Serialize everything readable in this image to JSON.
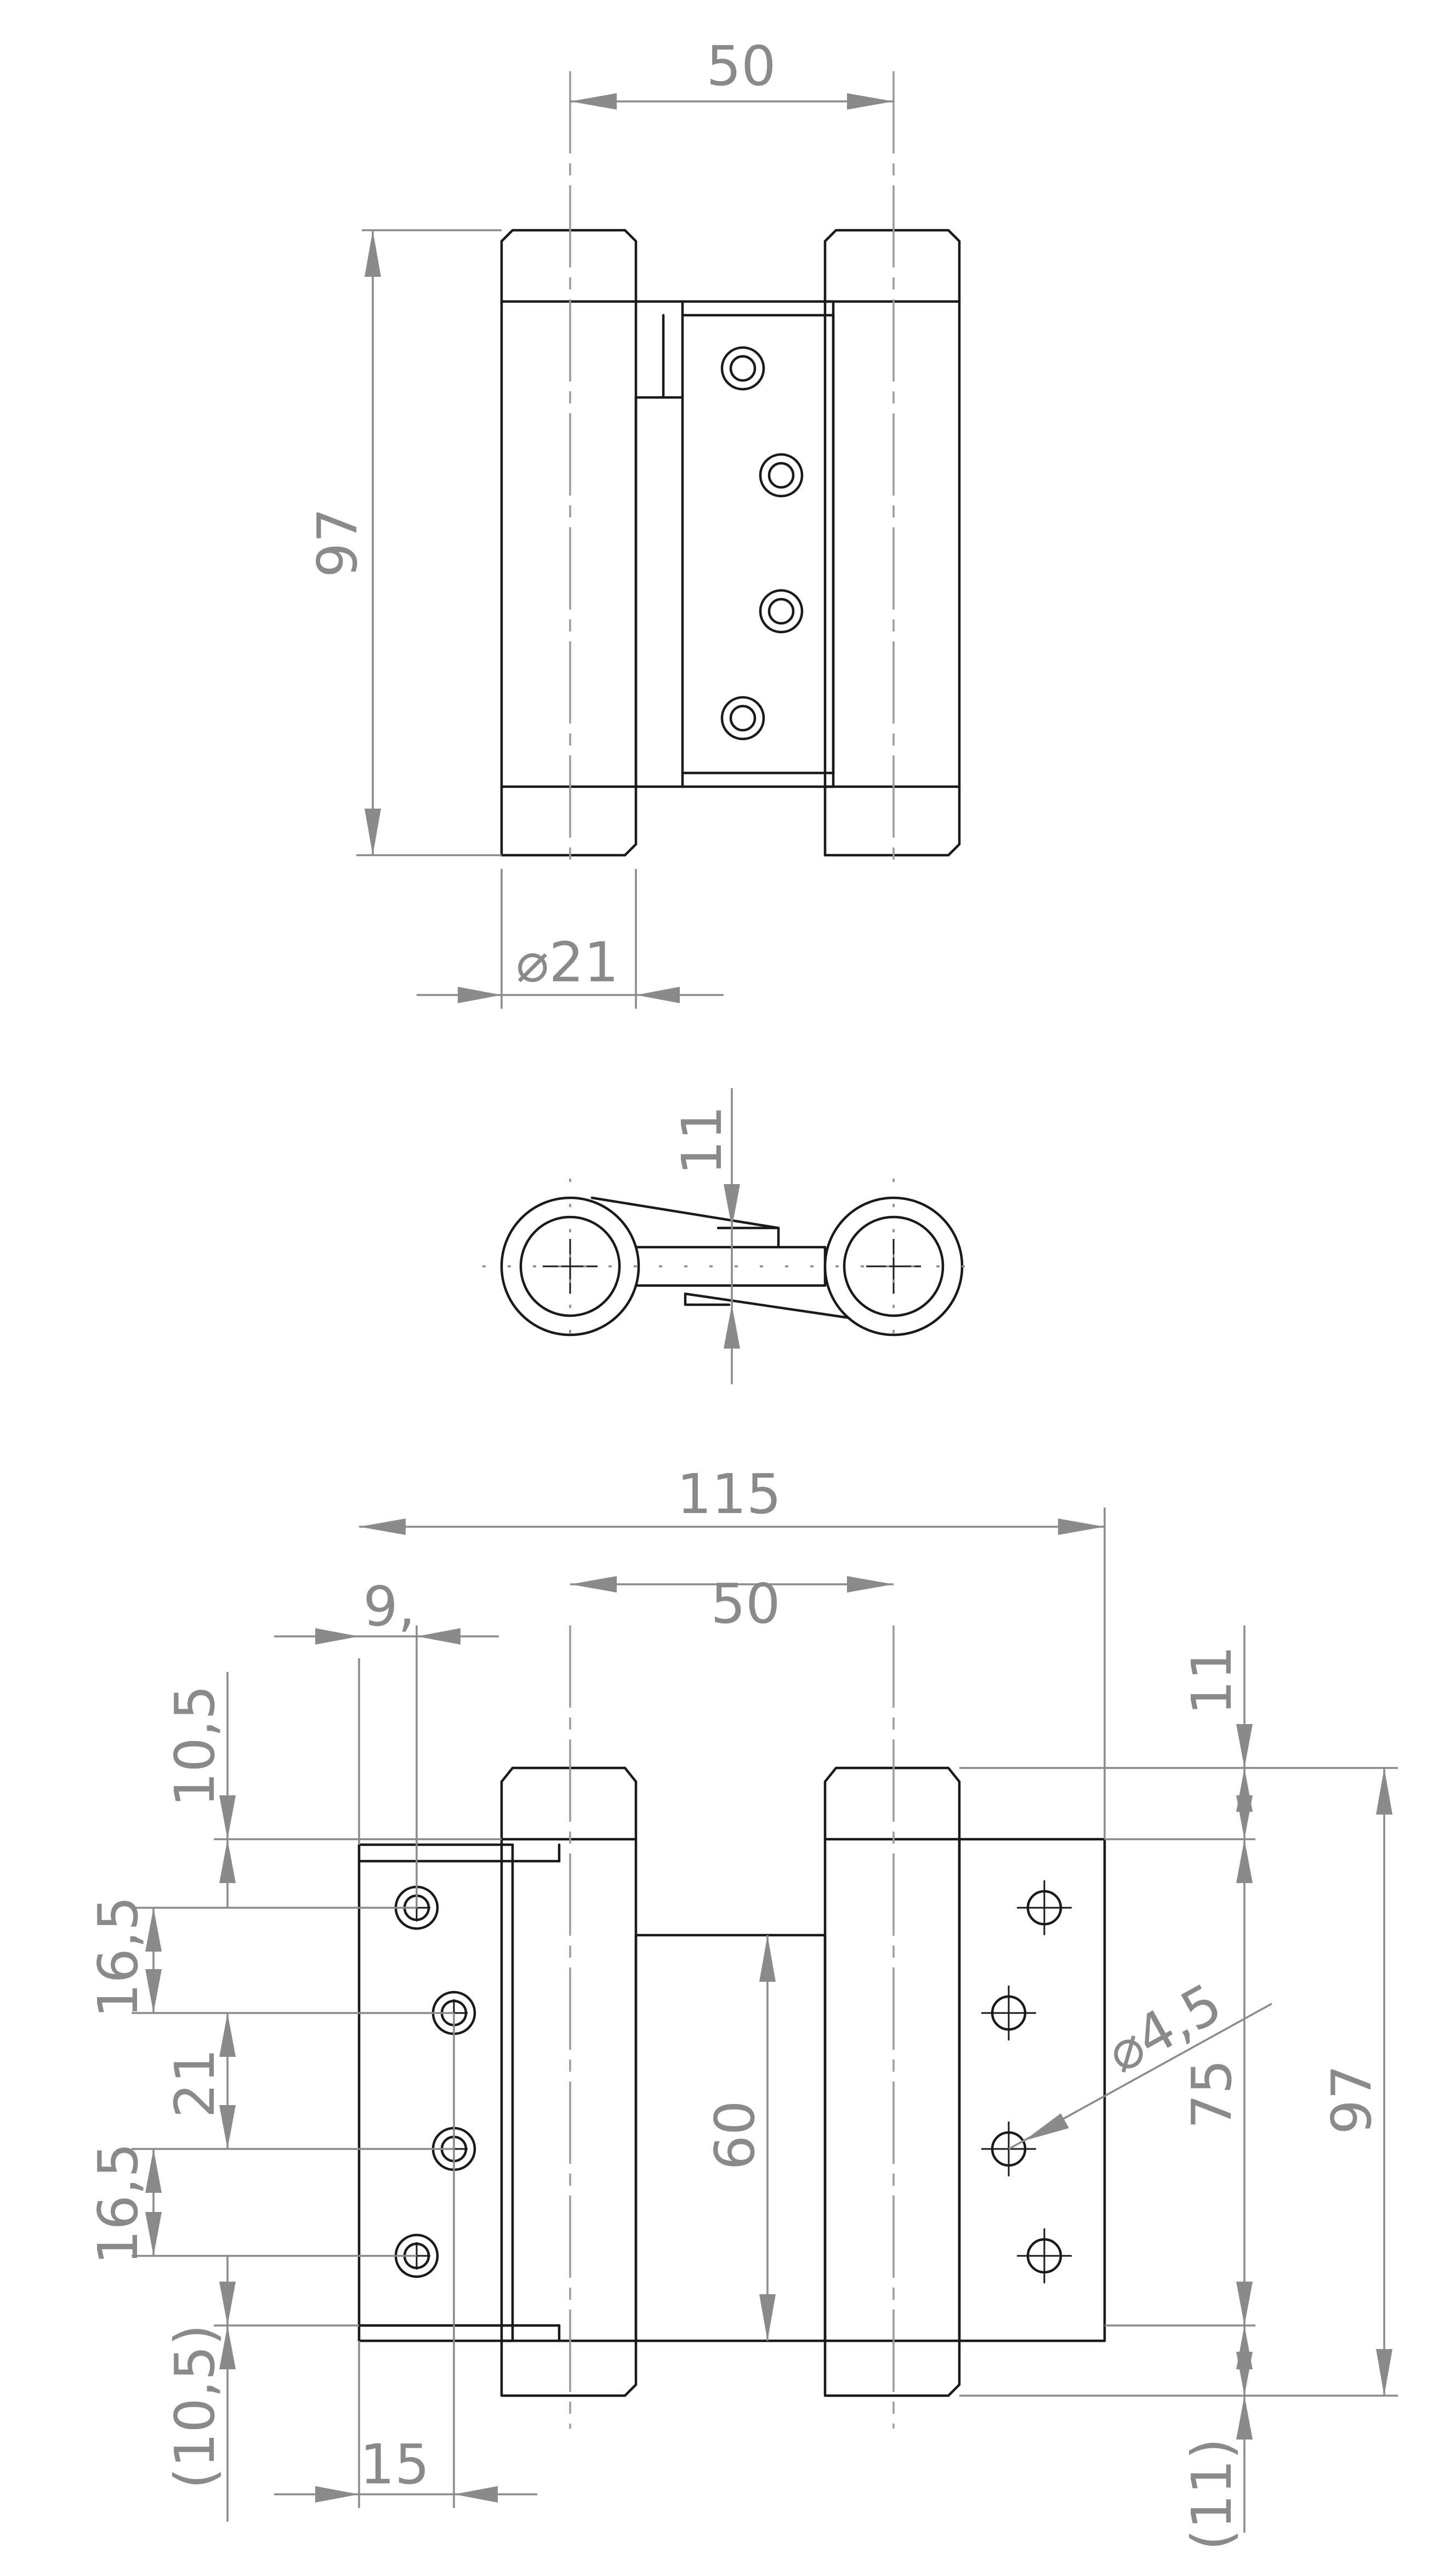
{
  "front_view": {
    "pin_spacing": "50",
    "height": "97",
    "barrel_diameter": "⌀21"
  },
  "section_view": {
    "offset": "11"
  },
  "mounting_view": {
    "overall_width": "115",
    "hole_edge_offset": "9,",
    "pin_spacing": "50",
    "top_offset": "10,5",
    "hole_spacing_upper": "16,5",
    "hole_spacing_middle": "21",
    "hole_spacing_lower": "16,5",
    "bottom_offset": "(10,5)",
    "leaf_edge": "15",
    "center_height": "60",
    "hole_diameter": "⌀4,5",
    "leaf_height": "75",
    "overall_height": "97",
    "pin_top_offset": "11",
    "pin_bottom_offset": "(11)"
  }
}
